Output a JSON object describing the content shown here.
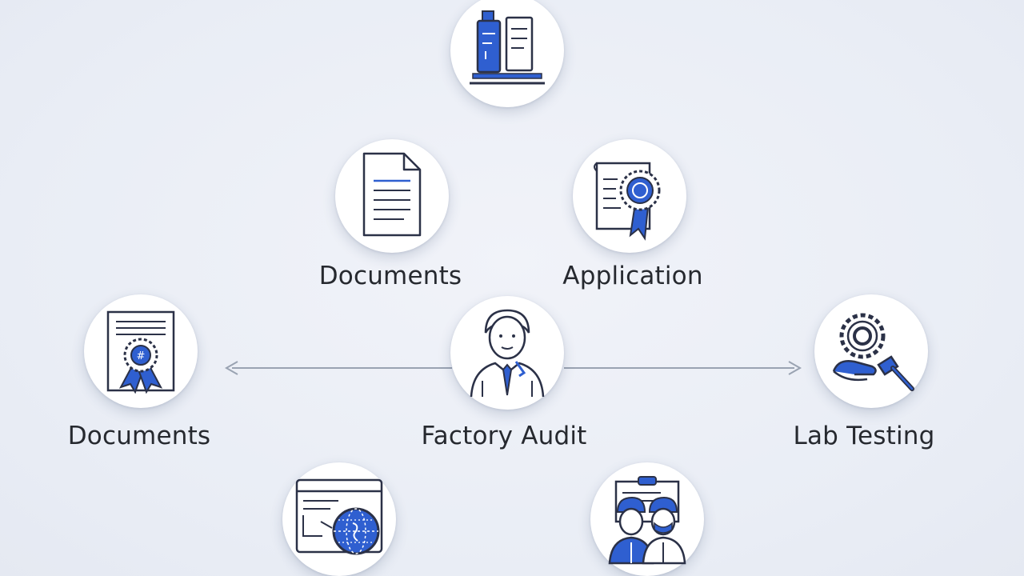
{
  "colors": {
    "background": "#eceff6",
    "node_fill": "#ffffff",
    "icon_stroke": "#2b3147",
    "accent_blue": "#2f5fd0",
    "connector": "#9aa3b2",
    "label_text": "#26292f"
  },
  "nodes": {
    "top": {
      "icon": "product-bottle-icon"
    },
    "documents_upper": {
      "label": "Documents",
      "icon": "document-icon"
    },
    "application": {
      "label": "Application",
      "icon": "certificate-ribbon-icon"
    },
    "documents_left": {
      "label": "Documents",
      "icon": "certificate-award-icon"
    },
    "factory_audit": {
      "label": "Factory Audit",
      "icon": "inspector-person-icon"
    },
    "lab_testing": {
      "label": "Lab Testing",
      "icon": "gear-testing-icon"
    },
    "bottom_left": {
      "icon": "browser-globe-icon"
    },
    "bottom_right": {
      "icon": "clipboard-workers-icon"
    }
  }
}
